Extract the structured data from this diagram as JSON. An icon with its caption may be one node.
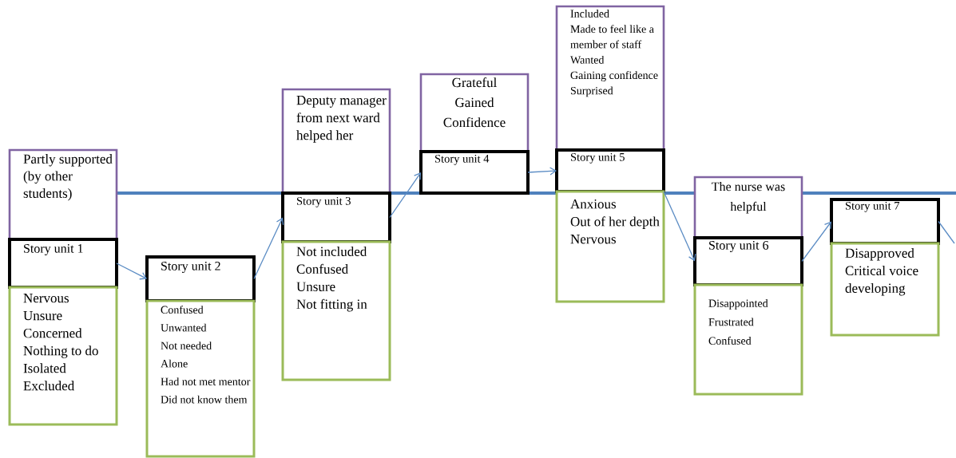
{
  "diagram": {
    "nodes": [
      {
        "text": [
          "Partly supported (by other students)"
        ]
      },
      {
        "text": [
          "Story unit 1"
        ]
      },
      {
        "text": [
          "Nervous",
          "Unsure",
          "Concerned",
          "Nothing to do",
          "Isolated",
          "Excluded"
        ]
      },
      {
        "text": [
          "Story unit 2"
        ]
      },
      {
        "text": [
          "Confused",
          "Unwanted",
          "Not needed",
          "Alone",
          "Had not met mentor",
          "Did not know them"
        ]
      },
      {
        "text": [
          "Deputy manager from next ward helped her"
        ]
      },
      {
        "text": [
          "Story unit 3"
        ]
      },
      {
        "text": [
          "Not included",
          "Confused",
          "Unsure",
          "Not fitting in"
        ]
      },
      {
        "text": [
          "Grateful",
          "Gained",
          "Confidence"
        ]
      },
      {
        "text": [
          "Story unit 4"
        ]
      },
      {
        "text": [
          "Included",
          "Made to feel like a member of staff",
          "Wanted",
          "Gaining confidence",
          "Surprised"
        ]
      },
      {
        "text": [
          "Story unit 5"
        ]
      },
      {
        "text": [
          "Anxious",
          "Out of her depth",
          "Nervous"
        ]
      },
      {
        "text": [
          "The nurse was helpful"
        ]
      },
      {
        "text": [
          "Story unit 6"
        ]
      },
      {
        "text": [
          "Disappointed",
          "Frustrated",
          "Confused"
        ]
      },
      {
        "text": [
          "Story unit 7"
        ]
      },
      {
        "text": [
          "Disapproved",
          "Critical voice developing"
        ]
      }
    ],
    "edges": [
      {
        "from": 1,
        "to": 3,
        "arrow": "to"
      },
      {
        "from": 3,
        "to": 6,
        "arrow": "to"
      },
      {
        "from": 6,
        "to": 9,
        "arrow": "to"
      },
      {
        "from": 9,
        "to": 11,
        "arrow": "to"
      },
      {
        "from": 11,
        "to": 14,
        "arrow": "to"
      },
      {
        "from": 14,
        "to": 16,
        "arrow": "to"
      },
      {
        "from": 16,
        "to": null,
        "arrow": "none"
      }
    ]
  }
}
